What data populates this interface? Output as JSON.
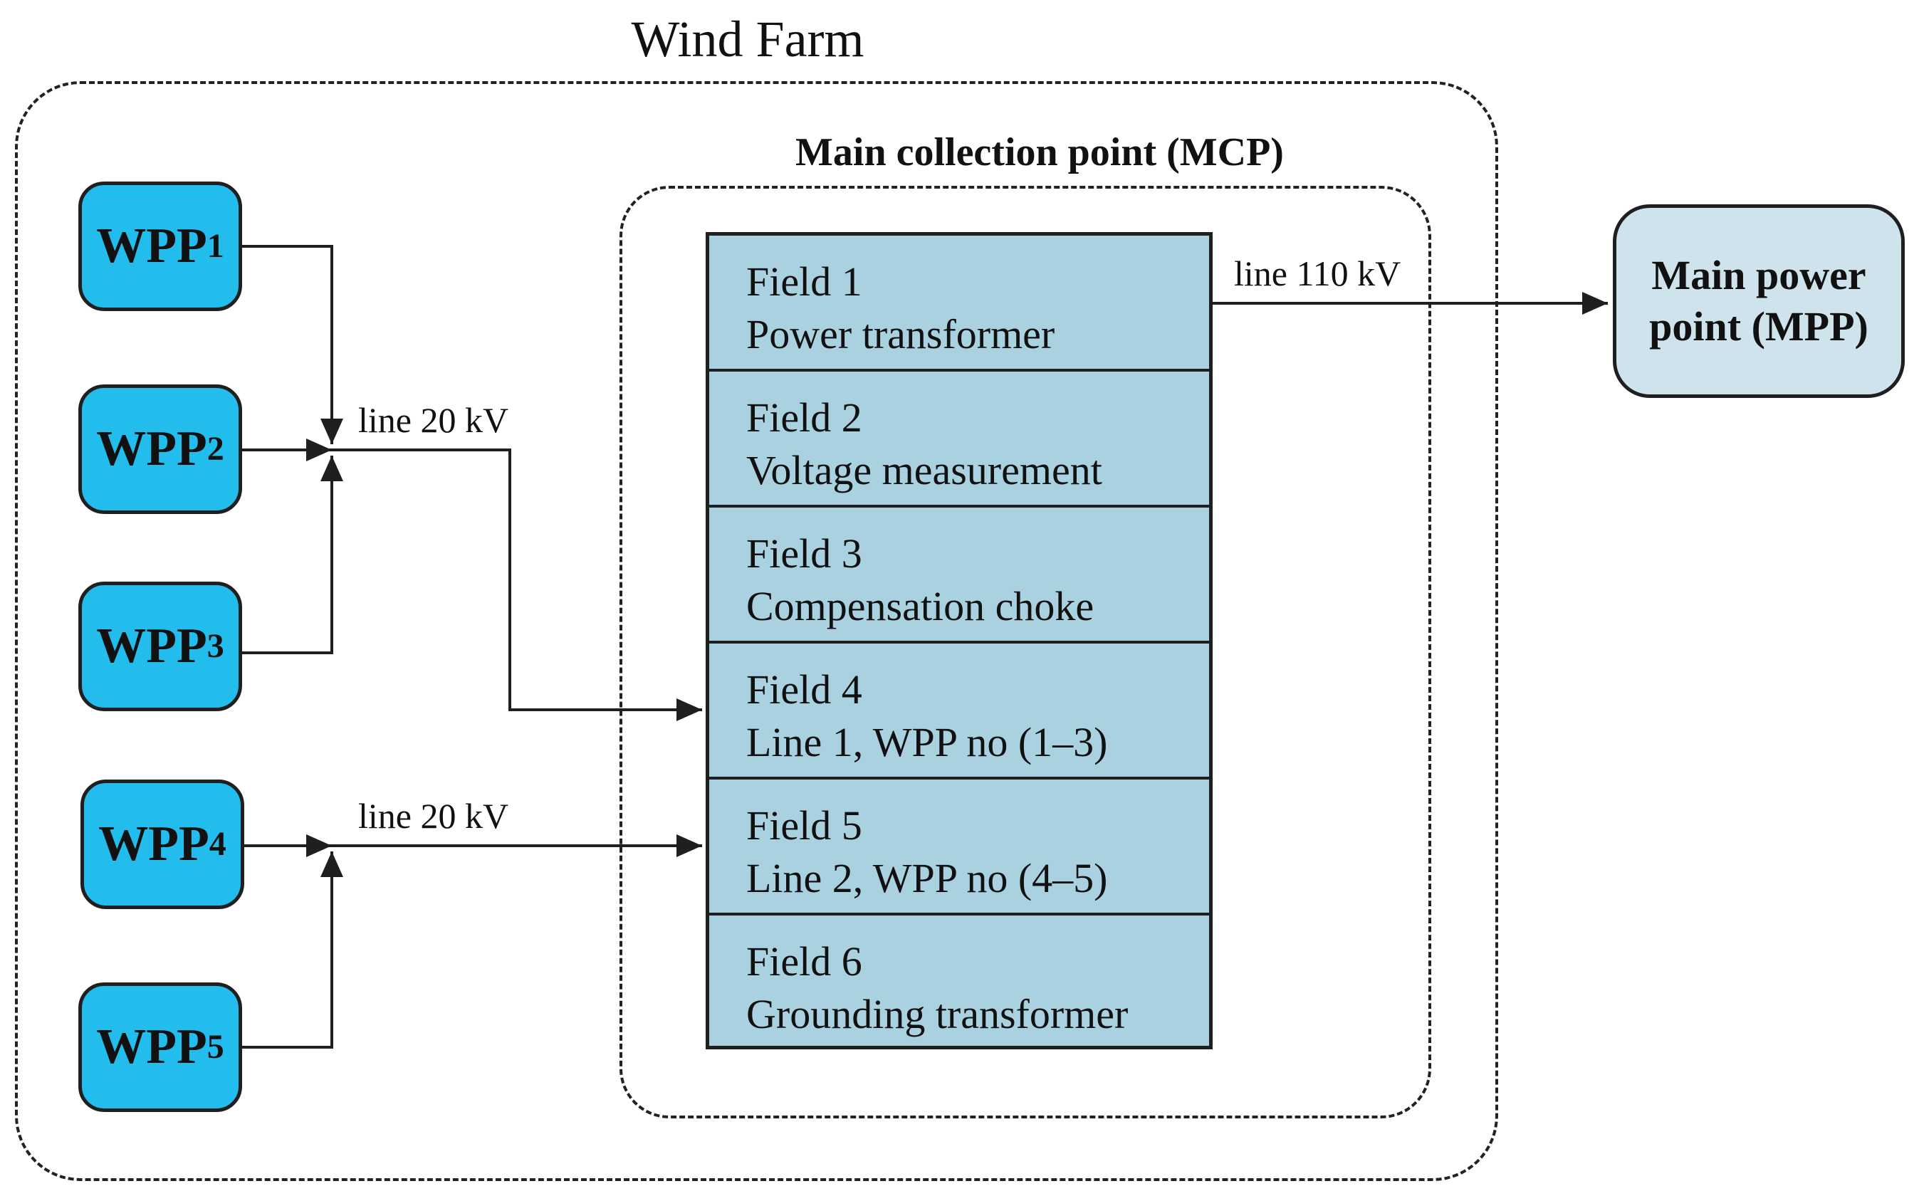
{
  "wind_farm": {
    "title": "Wind Farm"
  },
  "mcp": {
    "title": "Main collection point (MCP)"
  },
  "wpp": [
    {
      "name": "WPP",
      "index": "1"
    },
    {
      "name": "WPP",
      "index": "2"
    },
    {
      "name": "WPP",
      "index": "3"
    },
    {
      "name": "WPP",
      "index": "4"
    },
    {
      "name": "WPP",
      "index": "5"
    }
  ],
  "fields": [
    {
      "name": "Field 1",
      "desc": "Power transformer"
    },
    {
      "name": "Field 2",
      "desc": "Voltage measurement"
    },
    {
      "name": "Field 3",
      "desc": "Compensation choke"
    },
    {
      "name": "Field 4",
      "desc": "Line 1, WPP no (1–3)"
    },
    {
      "name": "Field 5",
      "desc": "Line 2, WPP no (4–5)"
    },
    {
      "name": "Field 6",
      "desc": "Grounding transformer"
    }
  ],
  "lines": {
    "line1": "line 20 kV",
    "line2": "line 20 kV",
    "line110": "line 110 kV"
  },
  "mpp": {
    "line1": "Main power",
    "line2": "point (MPP)"
  },
  "colors": {
    "wpp_fill": "#22bdec",
    "field_fill": "#a9d1e0",
    "mpp_fill": "#cfe3ec",
    "stroke": "#1f1f1f"
  }
}
